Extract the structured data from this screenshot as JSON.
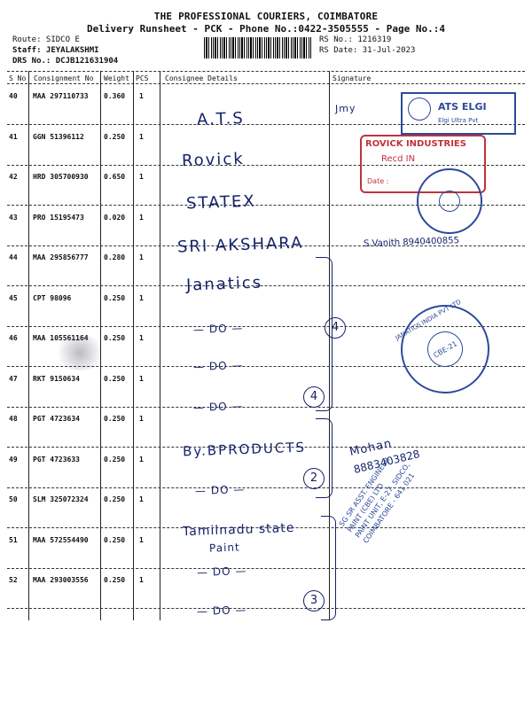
{
  "header": {
    "title": "THE PROFESSIONAL COURIERS, COIMBATORE",
    "subtitle": "Delivery Runsheet - PCK - Phone No.:0422-3505555 - Page No.:4",
    "route": "Route: SIDCO E",
    "staff": "Staff: JEYALAKSHMI",
    "drs": "DRS No.: DCJB121631904",
    "rs_no": "RS No.: 1216319",
    "rs_date": "RS Date: 31-Jul-2023"
  },
  "columns": [
    "S No",
    "Consignment No",
    "Weight",
    "PCS",
    "Consignee Details",
    "Signature"
  ],
  "rows": [
    {
      "sno": "40",
      "consignment": "MAA 297110733",
      "weight": "0.360",
      "pcs": "1"
    },
    {
      "sno": "41",
      "consignment": "GGN 51396112",
      "weight": "0.250",
      "pcs": "1"
    },
    {
      "sno": "42",
      "consignment": "HRD 305700930",
      "weight": "0.650",
      "pcs": "1"
    },
    {
      "sno": "43",
      "consignment": "PRO 15195473",
      "weight": "0.020",
      "pcs": "1"
    },
    {
      "sno": "44",
      "consignment": "MAA 295856777",
      "weight": "0.280",
      "pcs": "1"
    },
    {
      "sno": "45",
      "consignment": "CPT 98096",
      "weight": "0.250",
      "pcs": "1"
    },
    {
      "sno": "46",
      "consignment": "MAA 105561164",
      "weight": "0.250",
      "pcs": "1"
    },
    {
      "sno": "47",
      "consignment": "RKT 9150634",
      "weight": "0.250",
      "pcs": "1"
    },
    {
      "sno": "48",
      "consignment": "PGT 4723634",
      "weight": "0.250",
      "pcs": "1"
    },
    {
      "sno": "49",
      "consignment": "PGT 4723633",
      "weight": "0.250",
      "pcs": "1"
    },
    {
      "sno": "50",
      "consignment": "SLM 325072324",
      "weight": "0.250",
      "pcs": "1"
    },
    {
      "sno": "51",
      "consignment": "MAA 572554490",
      "weight": "0.250",
      "pcs": "1"
    },
    {
      "sno": "52",
      "consignment": "MAA 293003556",
      "weight": "0.250",
      "pcs": "1"
    }
  ],
  "handwriting": {
    "ats": "A.T.S",
    "rovick": "Rovick",
    "statex": "STATEX",
    "sri_akshara": "SRI AKSHARA",
    "janatics": "Janatics",
    "ditto1": "— DO —",
    "ditto2": "— DO —",
    "ditto3": "— DO —",
    "by_products": "By.BPRODUCTS",
    "ditto4": "— DO —",
    "tn_state": "Tamilnadu state",
    "paint": "Paint",
    "ditto5": "— DO —",
    "ditto6": "— DO —",
    "sig_40": "Jmy",
    "sig_43": "S.Vanith 8940400855",
    "sig_48": "Mohan",
    "sig_48_phone": "8883403828",
    "count_4a": "4",
    "count_4b": "4",
    "count_2": "2",
    "count_3": "3"
  },
  "stamps": {
    "elgi_top": "ATS ELGI",
    "elgi_sub": "Elgi Ultra Pvt",
    "rovick": "ROVICK INDUSTRIES",
    "rovick_in": "Recd IN",
    "rovick_date": "Date :",
    "janatics": "JANATICS INDIA PVT LTD",
    "janatics_center": "CBE-21",
    "sidco_line1": "SG SR ASST. ENGINEER",
    "sidco_line2": "PAINT (CBE) LTD",
    "sidco_line3": "PAINT UNIT, E-27, SIDCO,",
    "sidco_line4": "COIMBATORE - 641 021"
  },
  "colors": {
    "ink": "#14226b",
    "stamp_blue": "#2c4a9a",
    "stamp_red": "#c0333a"
  }
}
